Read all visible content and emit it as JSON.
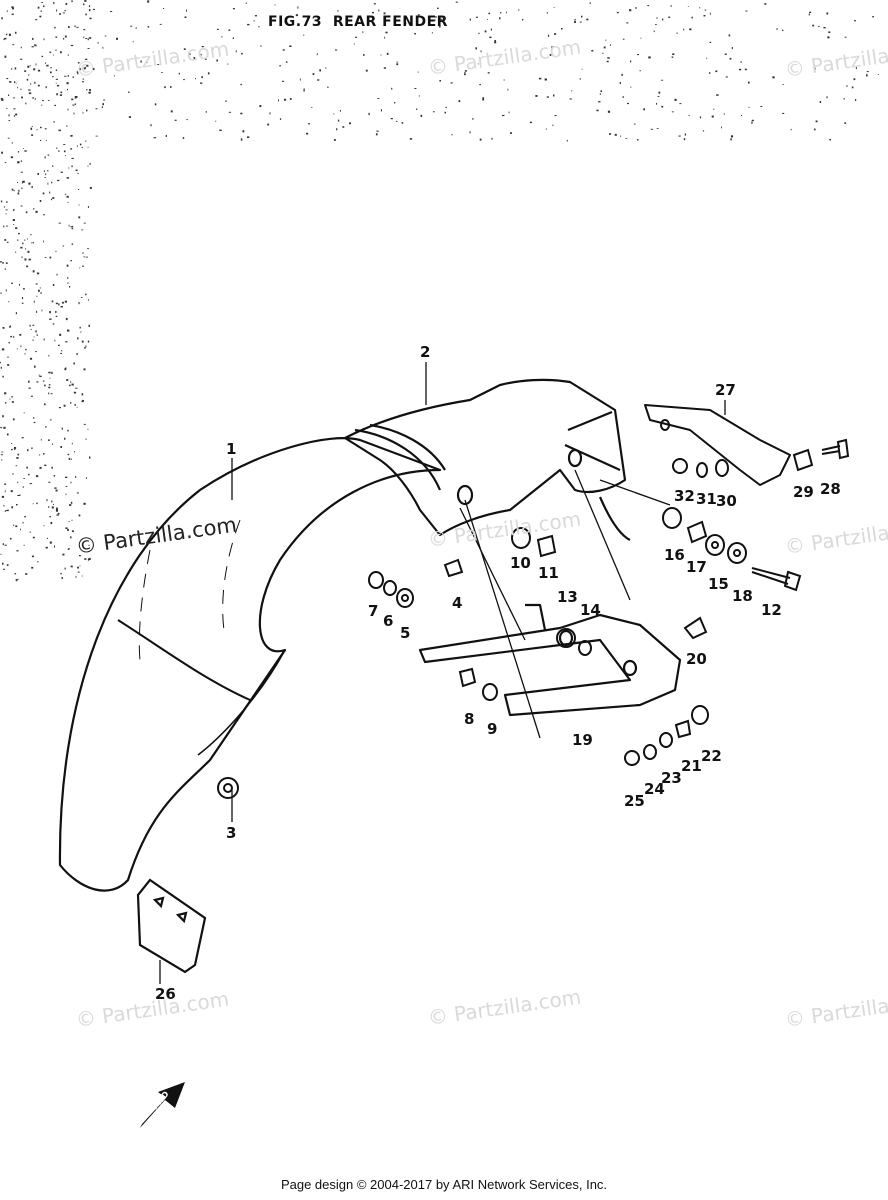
{
  "diagram": {
    "title": "FIG.73  REAR FENDER",
    "part_labels": [
      "1",
      "2",
      "3",
      "4",
      "5",
      "6",
      "7",
      "8",
      "9",
      "10",
      "11",
      "12",
      "13",
      "14",
      "15",
      "16",
      "17",
      "18",
      "19",
      "20",
      "21",
      "22",
      "23",
      "24",
      "25",
      "26",
      "27",
      "28",
      "29",
      "30",
      "31",
      "32"
    ],
    "fwd_badge": "FWD"
  },
  "watermark": {
    "text": "© Partzilla.com"
  },
  "footer": {
    "text": "Page design © 2004-2017 by ARI Network Services, Inc."
  }
}
